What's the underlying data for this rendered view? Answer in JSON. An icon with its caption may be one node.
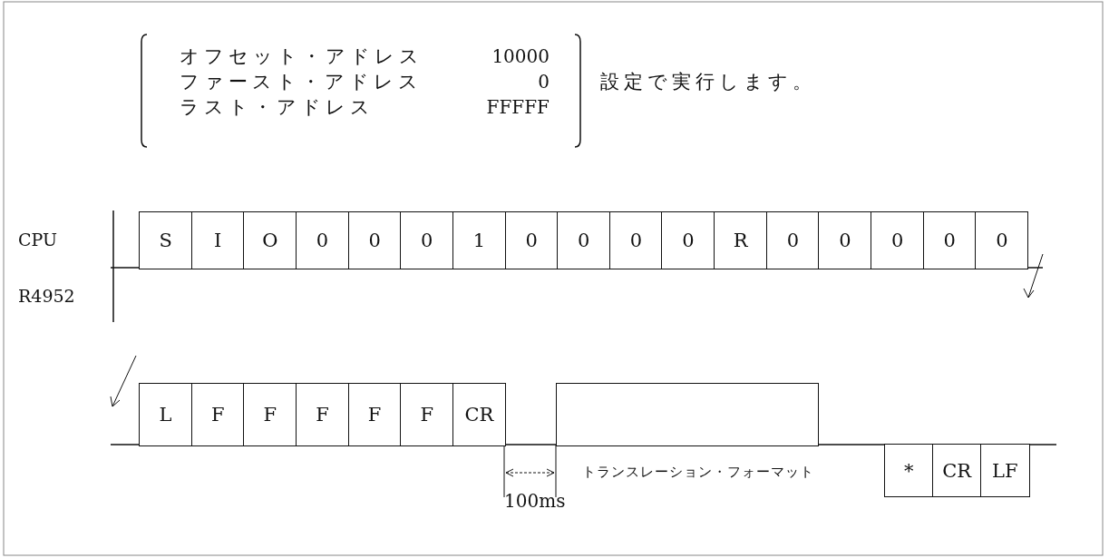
{
  "diagram": {
    "nodes": [
      {
        "text": [
          "S"
        ]
      },
      {
        "text": [
          "I"
        ]
      },
      {
        "text": [
          "O"
        ]
      },
      {
        "text": [
          "0"
        ]
      },
      {
        "text": [
          "0"
        ]
      },
      {
        "text": [
          "0"
        ]
      },
      {
        "text": [
          "1"
        ]
      },
      {
        "text": [
          "0"
        ]
      },
      {
        "text": [
          "0"
        ]
      },
      {
        "text": [
          "0"
        ]
      },
      {
        "text": [
          "0"
        ]
      },
      {
        "text": [
          "R"
        ]
      },
      {
        "text": [
          "0"
        ]
      },
      {
        "text": [
          "0"
        ]
      },
      {
        "text": [
          "0"
        ]
      },
      {
        "text": [
          "0"
        ]
      },
      {
        "text": [
          "0"
        ]
      },
      {
        "text": [
          "L"
        ]
      },
      {
        "text": [
          "F"
        ]
      },
      {
        "text": [
          "F"
        ]
      },
      {
        "text": [
          "F"
        ]
      },
      {
        "text": [
          "F"
        ]
      },
      {
        "text": [
          "F"
        ]
      },
      {
        "text": [
          "CR"
        ]
      },
      {
        "text": [],
        "shape": "box"
      },
      {
        "text": [
          "*"
        ]
      },
      {
        "text": [
          "CR"
        ]
      },
      {
        "text": [
          "LF"
        ]
      }
    ],
    "labels": [
      "オフセット・アドレス",
      "10000",
      "ファースト・アドレス",
      "0",
      "ラスト・アドレス",
      "FFFFF",
      "設定で実行します。",
      "CPU",
      "R4952",
      "トランスレーション・フォーマット",
      "100ms"
    ]
  }
}
